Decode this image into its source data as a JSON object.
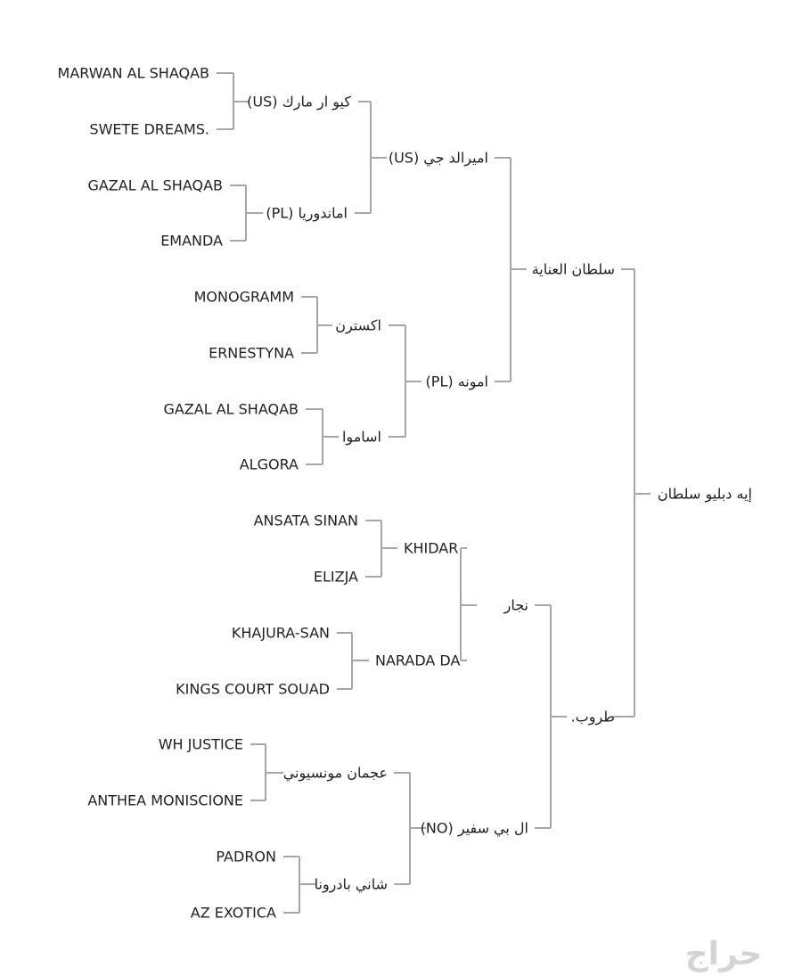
{
  "pedigree": {
    "root": {
      "name": "إيه دبليو سلطان",
      "sire": {
        "name": "سلطان العناية",
        "sire": {
          "name": "اميرالد جي (US)",
          "sire": {
            "name": "كيو ار مارك (US)",
            "sire": "MARWAN AL SHAQAB",
            "dam": "SWETE DREAMS."
          },
          "dam": {
            "name": "اماندوريا (PL)",
            "sire": "GAZAL AL SHAQAB",
            "dam": "EMANDA"
          }
        },
        "dam": {
          "name": "امونه (PL)",
          "sire": {
            "name": "اكسترن",
            "sire": "MONOGRAMM",
            "dam": "ERNESTYNA"
          },
          "dam": {
            "name": "اساموا",
            "sire": "GAZAL AL SHAQAB",
            "dam": "ALGORA"
          }
        }
      },
      "dam": {
        "name": "طروب.",
        "sire": {
          "name": "نجار",
          "sire": {
            "name": "KHIDAR",
            "sire": "ANSATA SINAN",
            "dam": "ELIZJA"
          },
          "dam": {
            "name": "NARADA DA",
            "sire": "KHAJURA-SAN",
            "dam": "KINGS COURT SOUAD"
          }
        },
        "dam": {
          "name": "ال بي سفير (NO)",
          "sire": {
            "name": "عجمان مونسيوني",
            "sire": "WH JUSTICE",
            "dam": "ANTHEA MONISCIONE"
          },
          "dam": {
            "name": "شاني بادرونا",
            "sire": "PADRON",
            "dam": "AZ EXOTICA"
          }
        }
      }
    }
  },
  "watermark": {
    "text": "حراج",
    "color": "#d4d4d4"
  },
  "colors": {
    "line": "#a6a6a6",
    "text": "#1f1f1f"
  }
}
